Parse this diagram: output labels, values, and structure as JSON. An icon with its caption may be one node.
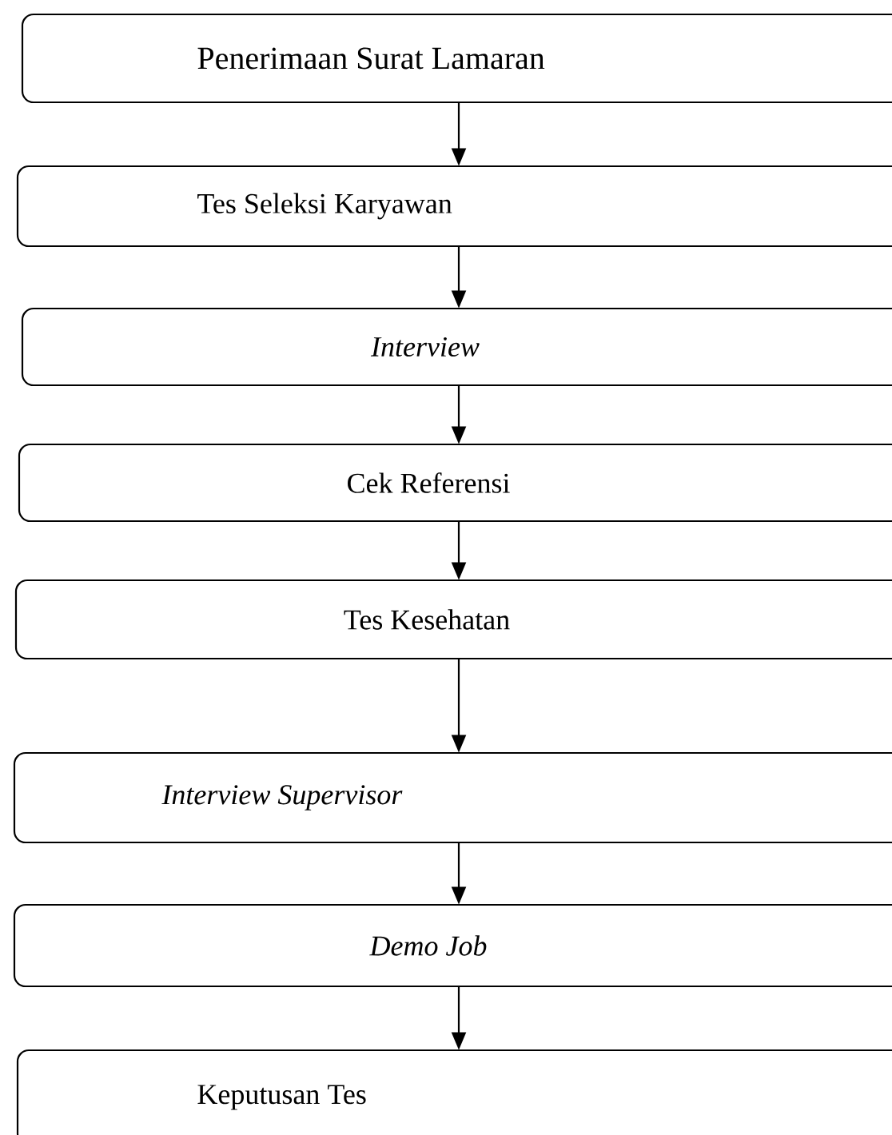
{
  "diagram": {
    "nodes": [
      {
        "text": [
          "Penerimaan Surat Lamaran"
        ]
      },
      {
        "text": [
          "Tes Seleksi Karyawan"
        ]
      },
      {
        "text": [
          "Interview"
        ]
      },
      {
        "text": [
          "Cek Referensi"
        ]
      },
      {
        "text": [
          "Tes Kesehatan"
        ]
      },
      {
        "text": [
          "Interview Supervisor"
        ]
      },
      {
        "text": [
          "Demo Job"
        ]
      },
      {
        "text": [
          "Keputusan Tes"
        ]
      }
    ],
    "edges": [
      {
        "from": 0,
        "to": 1,
        "arrow": "to"
      },
      {
        "from": 1,
        "to": 2,
        "arrow": "to"
      },
      {
        "from": 2,
        "to": 3,
        "arrow": "to"
      },
      {
        "from": 3,
        "to": 4,
        "arrow": "to"
      },
      {
        "from": 4,
        "to": 5,
        "arrow": "to"
      },
      {
        "from": 5,
        "to": 6,
        "arrow": "to"
      },
      {
        "from": 6,
        "to": 7,
        "arrow": "to"
      }
    ]
  }
}
